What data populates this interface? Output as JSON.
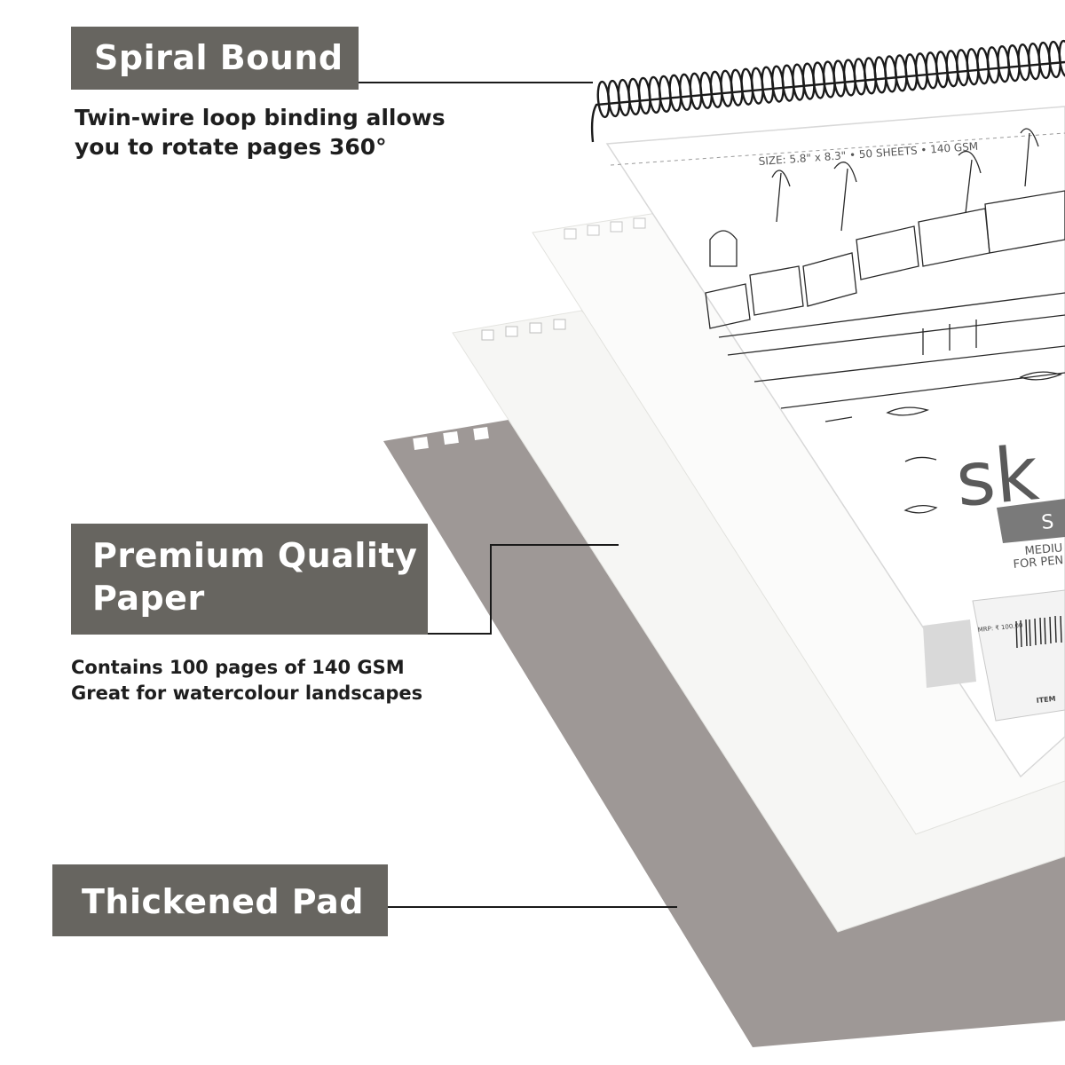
{
  "features": [
    {
      "title": "Spiral Bound",
      "description": "Twin-wire loop binding allows you to rotate pages 360°"
    },
    {
      "title": "Premium Quality Paper",
      "description_lines": [
        "Contains 100 pages of 140 GSM",
        "Great for watercolour landscapes"
      ]
    },
    {
      "title": "Thickened Pad"
    }
  ],
  "sketchbook_cover": {
    "spec_line": "SIZE: 5.8\" x 8.3\" • 50 SHEETS • 140 GSM",
    "brand_fragment": "sk",
    "badge_fragment": "S",
    "subtitle_lines": [
      "MEDIU",
      "FOR PEN"
    ],
    "price": "MRP: ₹ 100.00",
    "item_label": "ITEM"
  },
  "colors": {
    "label_bg": "#676560",
    "board_grey": "#9e9896",
    "paper_white": "#fbfbfa",
    "text_dark": "#1e1e1e"
  }
}
